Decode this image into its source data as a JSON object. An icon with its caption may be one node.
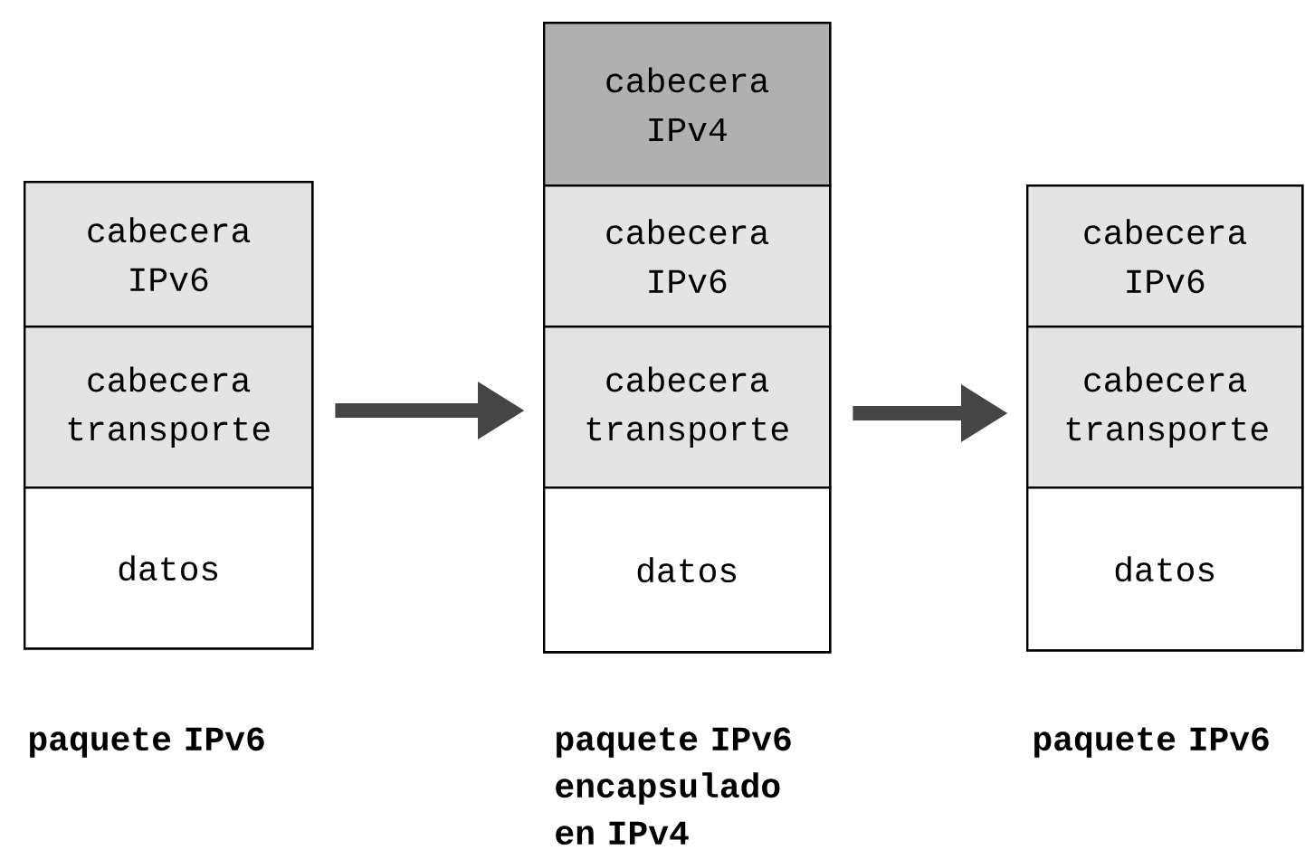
{
  "diagram": {
    "nodes": [
      {
        "text": [],
        "shape": "box",
        "beside": [
          "paquete IPv6"
        ]
      },
      {
        "text": [
          "cabecera IPv6"
        ],
        "in": 0
      },
      {
        "text": [
          "cabecera transporte"
        ],
        "in": 0
      },
      {
        "text": [
          "datos"
        ],
        "in": 0
      },
      {
        "text": [],
        "shape": "box",
        "beside": [
          "paquete IPv6 encapsulado en IPv4"
        ]
      },
      {
        "text": [
          "cabecera IPv4"
        ],
        "in": 4
      },
      {
        "text": [
          "cabecera IPv6"
        ],
        "in": 4
      },
      {
        "text": [
          "cabecera transporte"
        ],
        "in": 4
      },
      {
        "text": [
          "datos"
        ],
        "in": 4
      },
      {
        "text": [],
        "shape": "box",
        "beside": [
          "paquete IPv6"
        ]
      },
      {
        "text": [
          "cabecera IPv6"
        ],
        "in": 9
      },
      {
        "text": [
          "cabecera transporte"
        ],
        "in": 9
      },
      {
        "text": [
          "datos"
        ],
        "in": 9
      }
    ],
    "edges": [
      {
        "from": 0,
        "to": 4,
        "arrow": "to"
      },
      {
        "from": 4,
        "to": 9,
        "arrow": "to"
      }
    ]
  }
}
